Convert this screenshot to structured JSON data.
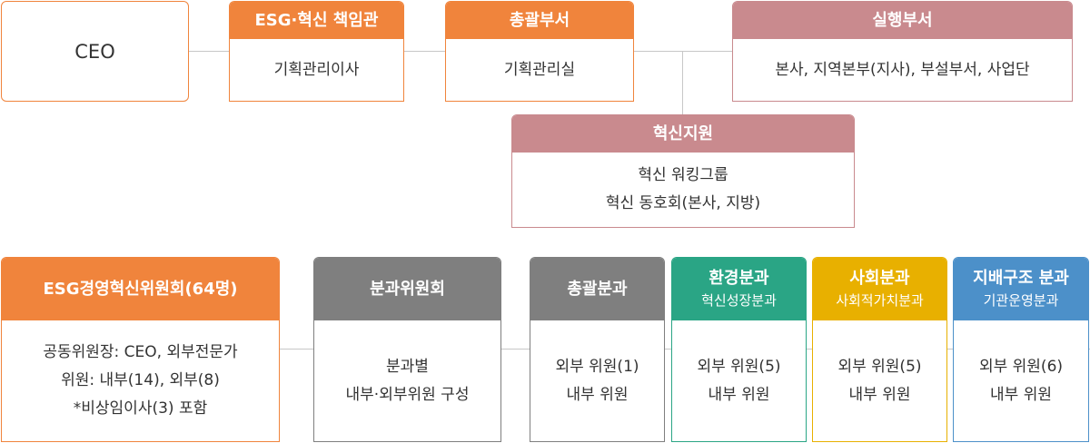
{
  "colors": {
    "orange": "#f0843c",
    "pink": "#c98a8e",
    "gray": "#7f7f7f",
    "green": "#2aa585",
    "yellow": "#e8b000",
    "blue": "#4c90c9",
    "line": "#c7c7c7"
  },
  "top": {
    "ceo": "CEO",
    "esg_officer": {
      "title": "ESG·혁신 책임관",
      "body": "기획관리이사"
    },
    "general_dept": {
      "title": "총괄부서",
      "body": "기획관리실"
    },
    "exec_dept": {
      "title": "실행부서",
      "body": "본사, 지역본부(지사), 부설부서, 사업단"
    },
    "innovation_support": {
      "title": "혁신지원",
      "lines": [
        "혁신 워킹그룹",
        "혁신 동호회(본사, 지방)"
      ]
    }
  },
  "bottom": {
    "committee": {
      "title": "ESG경영혁신위원회(64명)",
      "lines": [
        "공동위원장: CEO, 외부전문가",
        "위원: 내부(14), 외부(8)",
        "*비상임이사(3) 포함"
      ]
    },
    "subcommittee": {
      "title": "분과위원회",
      "lines": [
        "분과별",
        "내부·외부위원 구성"
      ]
    },
    "general_div": {
      "title": "총괄분과",
      "lines": [
        "외부 위원(1)",
        "내부 위원"
      ]
    },
    "env_div": {
      "title": "환경분과",
      "subtitle": "혁신성장분과",
      "lines": [
        "외부 위원(5)",
        "내부 위원"
      ]
    },
    "social_div": {
      "title": "사회분과",
      "subtitle": "사회적가치분과",
      "lines": [
        "외부 위원(5)",
        "내부 위원"
      ]
    },
    "gov_div": {
      "title": "지배구조 분과",
      "subtitle": "기관운영분과",
      "lines": [
        "외부 위원(6)",
        "내부 위원"
      ]
    }
  }
}
